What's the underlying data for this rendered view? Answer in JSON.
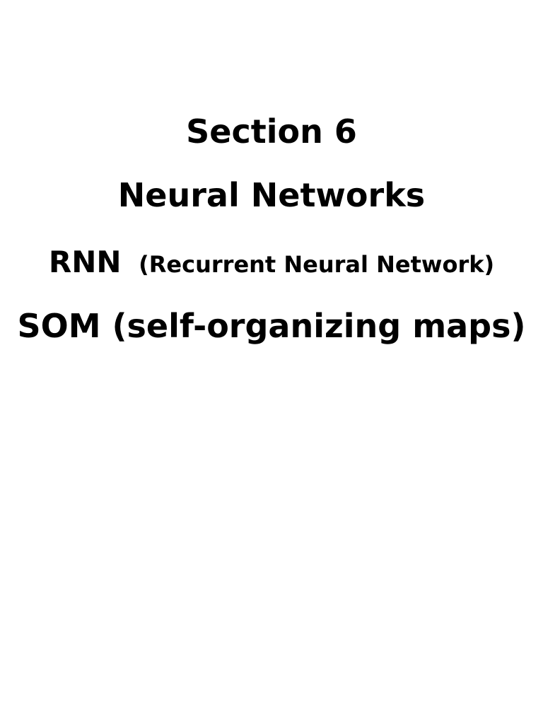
{
  "slide": {
    "title_line": "Section 6",
    "subtitle_line": "Neural Networks",
    "rnn": {
      "abbrev": "RNN",
      "expansion": "(Recurrent Neural Network)"
    },
    "som_line": "SOM (self-organizing maps)"
  },
  "colors": {
    "background": "#ffffff",
    "text": "#000000"
  }
}
